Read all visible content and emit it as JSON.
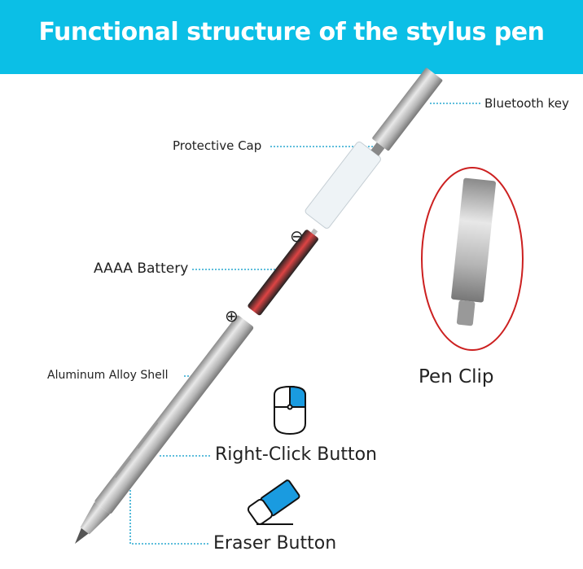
{
  "header": {
    "title": "Functional structure of the stylus pen"
  },
  "labels": {
    "bluetooth_key": "Bluetooth key",
    "protective_cap": "Protective Cap",
    "battery": "AAAA Battery",
    "shell": "Aluminum Alloy Shell",
    "right_click": "Right-Click Button",
    "eraser": "Eraser Button",
    "pen_clip": "Pen Clip",
    "minus": "⊖",
    "plus": "⊕"
  },
  "icons": [
    "mouse-icon",
    "eraser-icon"
  ],
  "colors": {
    "banner": "#0bbfe6",
    "leader": "#2aa8d0",
    "highlight": "#cc2020",
    "icon_fill": "#1a9be0"
  }
}
